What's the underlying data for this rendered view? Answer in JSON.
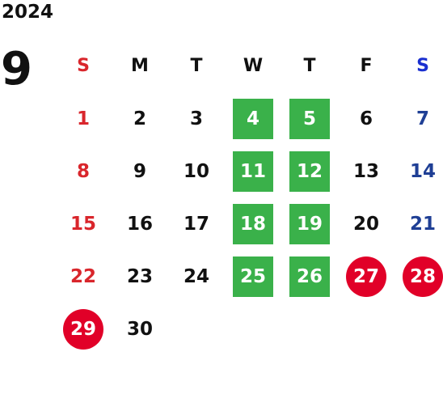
{
  "calendar": {
    "year": "2024",
    "month": "9",
    "weekdays": [
      "S",
      "M",
      "T",
      "W",
      "T",
      "F",
      "S"
    ],
    "weeks": [
      [
        "1",
        "2",
        "3",
        "4",
        "5",
        "6",
        "7"
      ],
      [
        "8",
        "9",
        "10",
        "11",
        "12",
        "13",
        "14"
      ],
      [
        "15",
        "16",
        "17",
        "18",
        "19",
        "20",
        "21"
      ],
      [
        "22",
        "23",
        "24",
        "25",
        "26",
        "27",
        "28"
      ],
      [
        "29",
        "30",
        "",
        "",
        "",
        "",
        ""
      ]
    ],
    "highlighted_green_days": [
      "4",
      "5",
      "11",
      "12",
      "18",
      "19",
      "25",
      "26"
    ],
    "highlighted_red_days": [
      "27",
      "28",
      "29"
    ],
    "colors": {
      "sunday": "#d9262c",
      "saturday": "#1f3f95",
      "green_highlight": "#3ab14a",
      "red_highlight": "#e10028"
    }
  }
}
